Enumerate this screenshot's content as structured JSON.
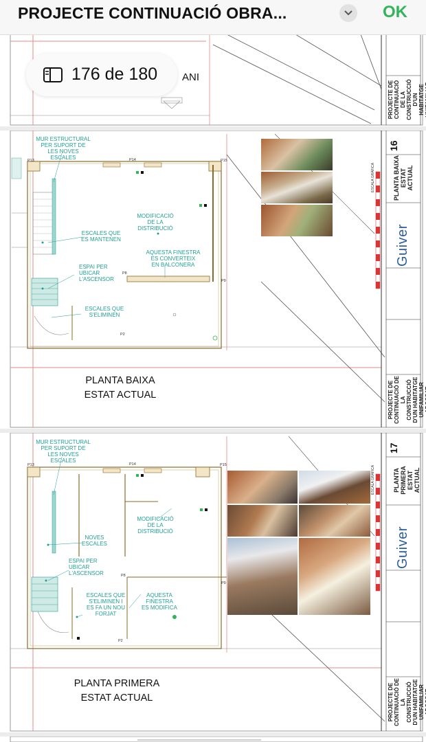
{
  "header": {
    "doc_title": "PROJECTE CONTINUACIÓ OBRA...",
    "done_label": "OK"
  },
  "page_counter": {
    "text": "176 de 180",
    "trailing": "ANI"
  },
  "sheets": [
    {
      "number": "16",
      "title": "PLANTA BAIXA\nESTAT ACTUAL",
      "sheet_label": "PLANTA BAIXA\nESTAT ACTUAL",
      "notes": {
        "mur": "MUR ESTRUCTURAL\nPER SUPORT DE\nLES NOVES ESCALES",
        "modificacio": "MODIFICACIÓ\nDE LA\nDISTRIBUCIÓ",
        "escales_mantenen": "ESCALES QUE\nES MANTENEN",
        "finestra": "AQUESTA FINESTRA\nES CONVERTEIX\nEN BALCONERA",
        "ascensor": "ESPAI PER\nUBICAR\nL'ASCENSOR",
        "escales_eliminen": "ESCALES QUE\nS'ELIMINEN"
      }
    },
    {
      "number": "17",
      "title": "PLANTA PRIMERA\nESTAT ACTUAL",
      "sheet_label": "PLANTA PRIMERA\nESTAT ACTUAL",
      "notes": {
        "mur": "MUR ESTRUCTURAL\nPER SUPORT DE\nLES NOVES ESCALES",
        "modificacio": "MODIFICACIÓ\nDE LA\nDISTRIBUCIÓ",
        "noves_escales": "NOVES\nESCALES",
        "ascensor": "ESPAI PER\nUBICAR\nL'ASCENSOR",
        "escales_forjat": "ESCALES QUE\nS'ELIMINEN I\nES FA UN NOU\nFORJAT",
        "finestra": "AQUESTA\nFINESTRA\nES MODIFICA"
      }
    }
  ],
  "title_block": {
    "project": "PROJECTE DE\nCONTINUACIÓ DE LA\nCONSTRUCCIÓ\nD'UN HABITATGE\nUNIFAMILIAR ADOSSAT",
    "studio": "Guiver",
    "scale_label": "ESCALA GRÀFICA"
  },
  "points": {
    "p13": "P13",
    "p14": "P14",
    "p15": "P15",
    "p8": "P8",
    "p9": "P9",
    "p2": "P2"
  },
  "colors": {
    "accent_green": "#31b45a",
    "note_teal": "#1f9f95",
    "wall_brown": "#8a6a2a",
    "line_pink": "#e58a8a"
  }
}
